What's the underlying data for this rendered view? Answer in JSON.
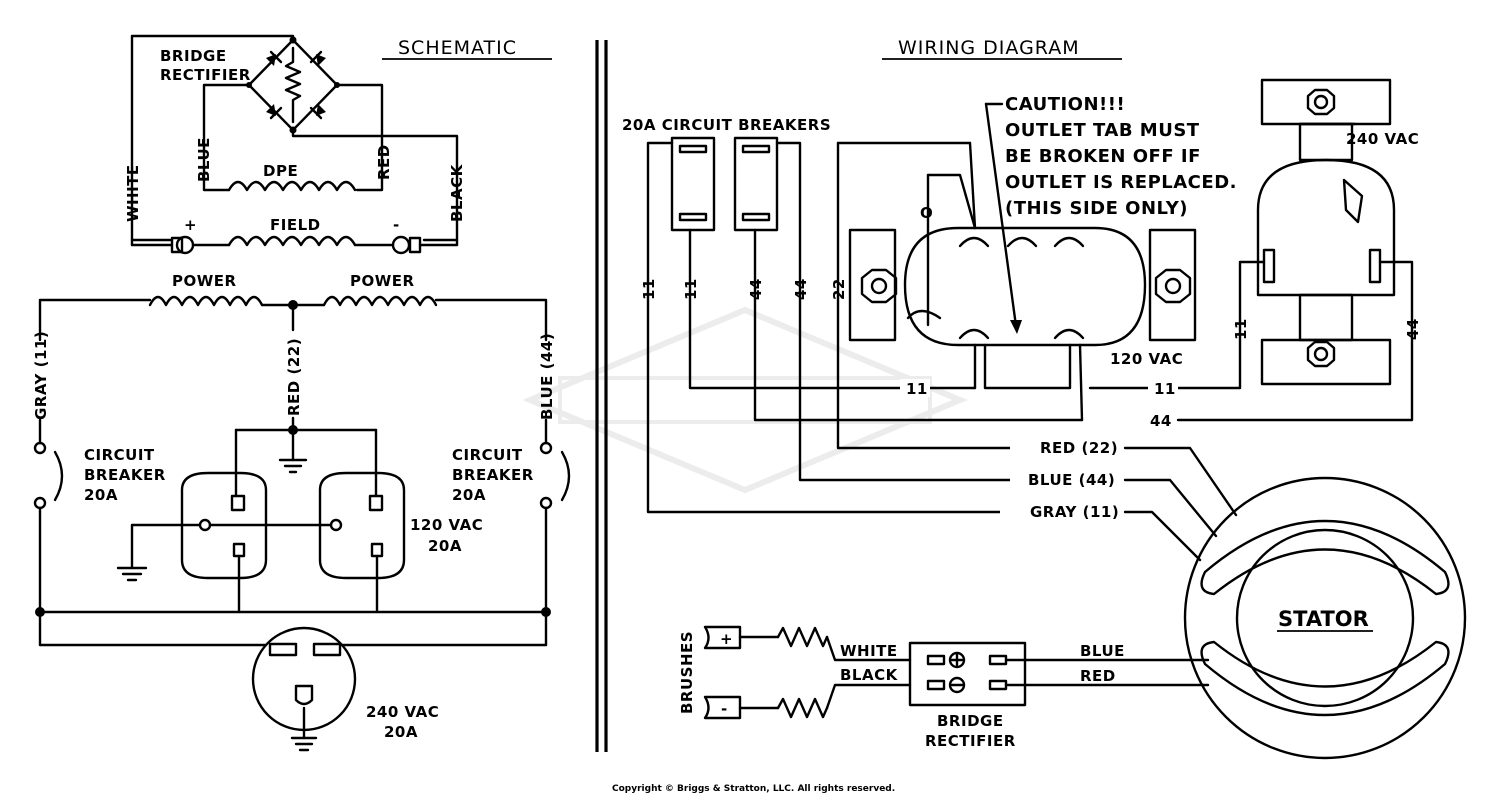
{
  "schematic": {
    "title": "SCHEMATIC",
    "bridge_rectifier": [
      "BRIDGE",
      "RECTIFIER"
    ],
    "wire_white": "WHITE",
    "wire_blue": "BLUE",
    "wire_red": "RED",
    "wire_black": "BLACK",
    "coil_dpe": "DPE",
    "coil_field": "FIELD",
    "plus": "+",
    "minus": "-",
    "power_left": "POWER",
    "power_right": "POWER",
    "wire_gray11": "GRAY (11)",
    "wire_red22": "RED (22)",
    "wire_blue44": "BLUE (44)",
    "breaker_left": [
      "CIRCUIT",
      "BREAKER",
      "20A"
    ],
    "breaker_right": [
      "CIRCUIT",
      "BREAKER",
      "20A"
    ],
    "outlet120": [
      "120 VAC",
      "20A"
    ],
    "outlet240": [
      "240 VAC",
      "20A"
    ]
  },
  "wiring": {
    "title": "WIRING DIAGRAM",
    "breakers_label": "20A CIRCUIT BREAKERS",
    "caution": [
      "CAUTION!!!",
      "OUTLET TAB MUST",
      "BE BROKEN OFF IF",
      "OUTLET IS REPLACED.",
      "(THIS SIDE ONLY)"
    ],
    "vac240": "240 VAC",
    "vac120": "120 VAC",
    "o_mark": "O",
    "num11a": "11",
    "num11b": "11",
    "num44a": "44",
    "num44b": "44",
    "num22": "22",
    "num11c": "11",
    "num44c": "44",
    "run11a": "11",
    "run11b": "11",
    "run44": "44",
    "red22": "RED (22)",
    "blue44": "BLUE (44)",
    "gray11": "GRAY (11)",
    "stator": "STATOR",
    "brushes": "BRUSHES",
    "plus": "+",
    "minus": "-",
    "white": "WHITE",
    "black": "BLACK",
    "blue": "BLUE",
    "red": "RED",
    "bridge": [
      "BRIDGE",
      "RECTIFIER"
    ]
  },
  "footer": "Copyright © Briggs & Stratton, LLC. All rights reserved."
}
